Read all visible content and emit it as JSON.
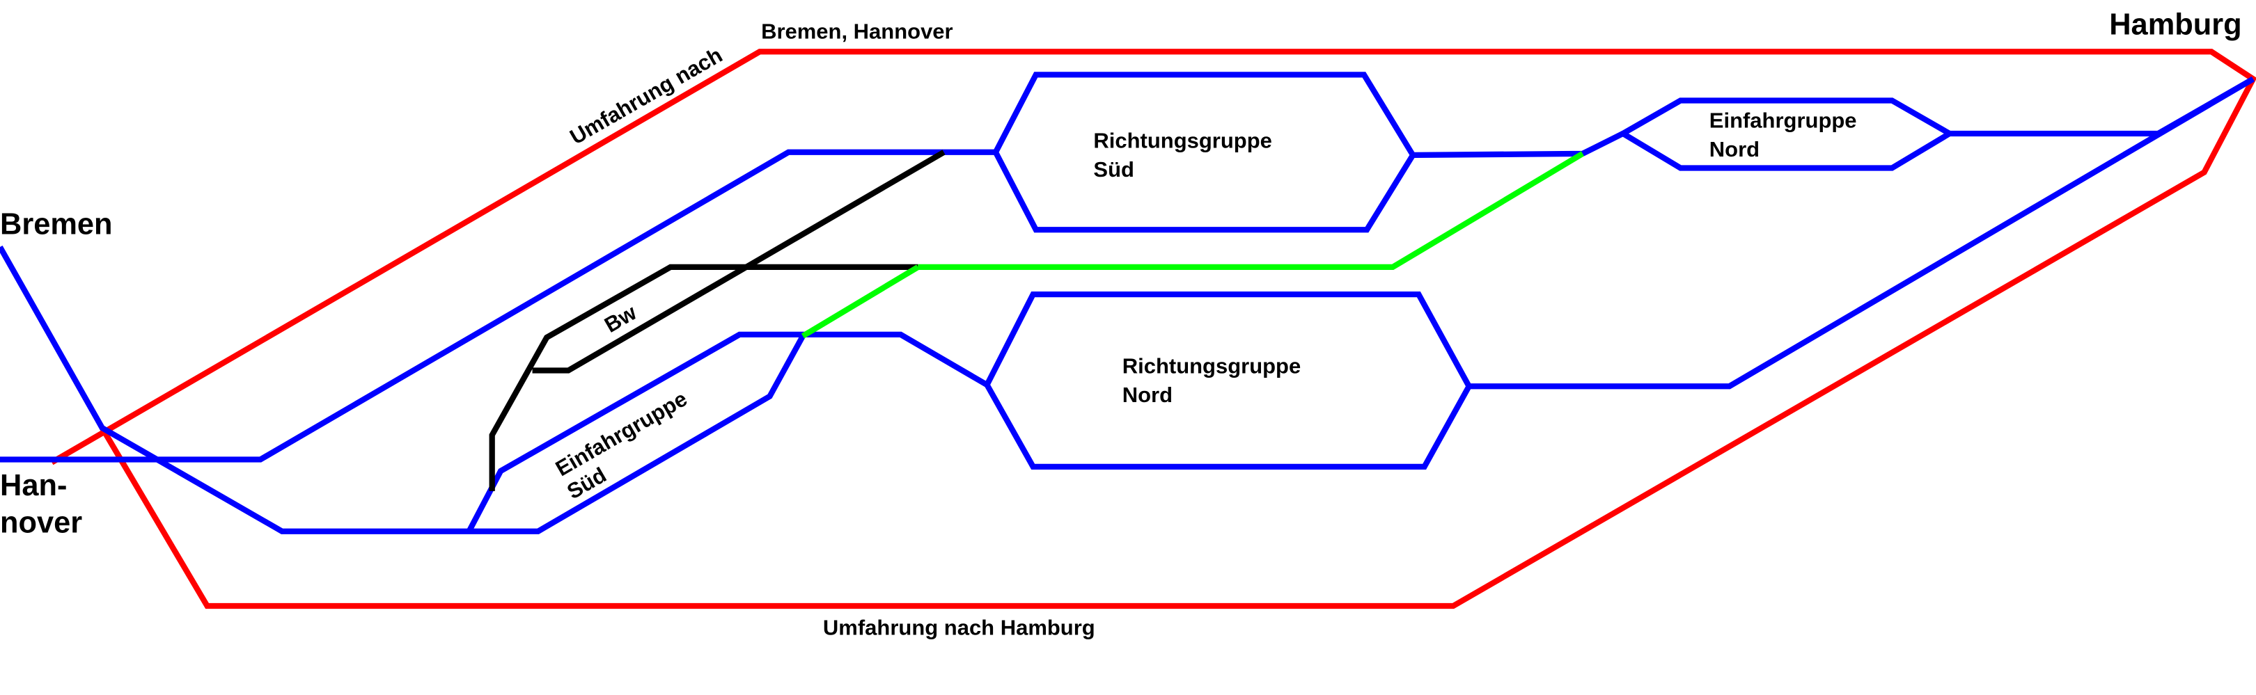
{
  "colors": {
    "bypass": "#ff0000",
    "main_tracks": "#0000ff",
    "depot_tracks": "#000000",
    "connection": "#00ff00",
    "background": "#ffffff"
  },
  "cities": {
    "bremen": "Bremen",
    "hannover_line1": "Han-",
    "hannover_line2": "nover",
    "hamburg": "Hamburg"
  },
  "labels": {
    "bypass_north_part1": "Umfahrung nach",
    "bypass_north_part2": "Bremen, Hannover",
    "bypass_south": "Umfahrung nach Hamburg",
    "depot": "Bw",
    "richtungsgruppe_sued": {
      "line1": "Richtungsgruppe",
      "line2": "Süd"
    },
    "richtungsgruppe_nord": {
      "line1": "Richtungsgruppe",
      "line2": "Nord"
    },
    "einfahrgruppe_nord": {
      "line1": "Einfahrgruppe",
      "line2": "Nord"
    },
    "einfahrgruppe_sued": {
      "line1": "Einfahrgruppe",
      "line2": "Süd"
    }
  }
}
